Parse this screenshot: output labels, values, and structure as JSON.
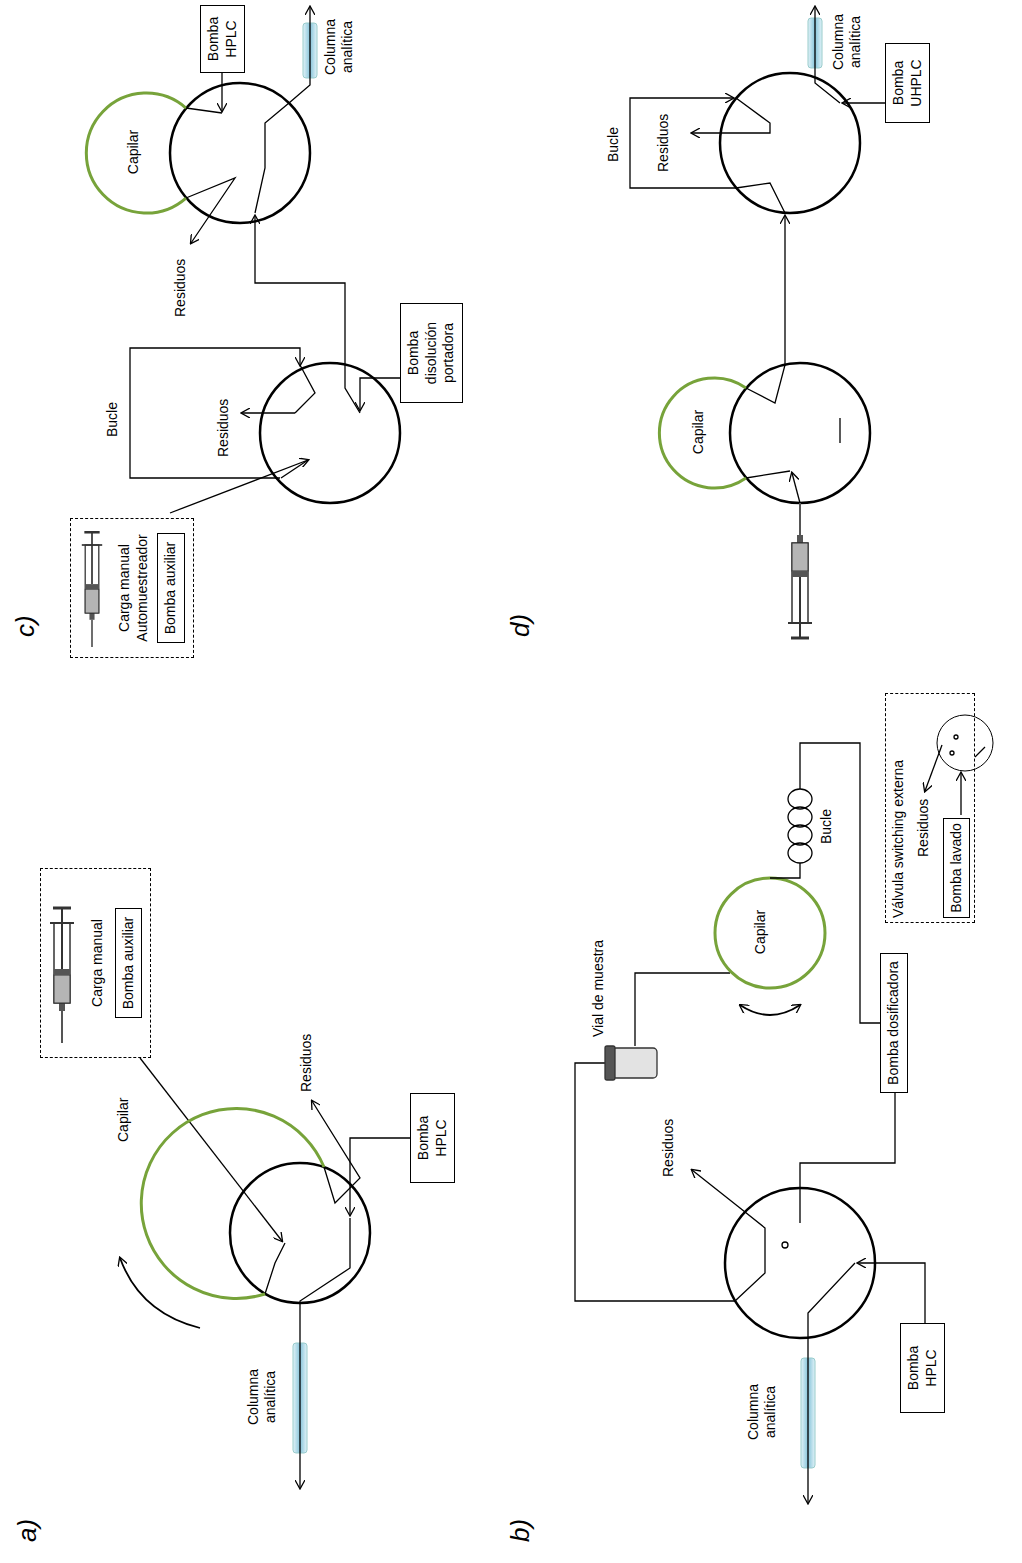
{
  "diagram": {
    "nodes": [
      {
        "text": [
          "Carga manual"
        ]
      },
      {
        "text": [
          "Bomba auxiliar"
        ],
        "in": 0
      },
      {
        "text": [
          "Bomba HPLC"
        ]
      },
      {
        "text": [
          "Bomba HPLC"
        ]
      },
      {
        "text": [
          "Bomba dosificadora"
        ]
      },
      {
        "text": [
          "Válvula switching externa"
        ]
      },
      {
        "text": [
          "Bomba lavado"
        ],
        "in": 5
      },
      {
        "text": [
          "Carga manual",
          "Automuestreador"
        ]
      },
      {
        "text": [
          "Bomba auxiliar"
        ],
        "in": 7
      },
      {
        "text": [
          "Bomba disolución portadora"
        ]
      },
      {
        "text": [
          "Bomba HPLC"
        ]
      },
      {
        "text": [
          "Bomba UHPLC"
        ]
      }
    ],
    "labels": [
      "a)",
      "Columna analítica",
      "Capilar",
      "Residuos",
      "b)",
      "Vial de muestra",
      "Residuos",
      "Capilar",
      "Bucle",
      "Columna analítica",
      "Residuos",
      "c)",
      "Bucle",
      "Residuos",
      "Capilar",
      "Residuos",
      "Columna analítica",
      "d)",
      "Capilar",
      "Bucle",
      "Residuos",
      "Columna analítica"
    ]
  }
}
